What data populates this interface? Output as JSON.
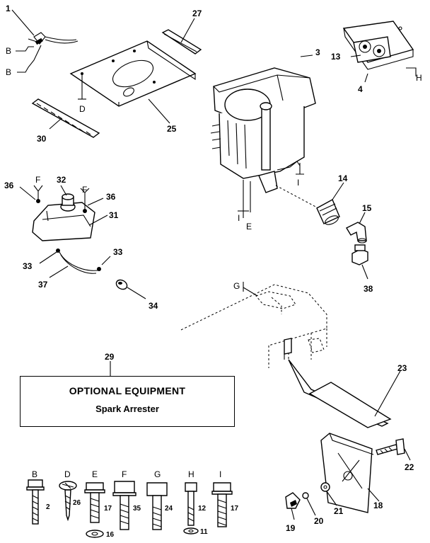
{
  "callouts": {
    "p1": "1",
    "p2": "2",
    "p3": "3",
    "p4": "4",
    "p11": "11",
    "p12": "12",
    "p13": "13",
    "p14": "14",
    "p15": "15",
    "p16": "16",
    "p17a": "17",
    "p17b": "17",
    "p18": "18",
    "p19": "19",
    "p20": "20",
    "p21": "21",
    "p22": "22",
    "p23": "23",
    "p24": "24",
    "p25": "25",
    "p26": "26",
    "p27": "27",
    "p29": "29",
    "p30": "30",
    "p31": "31",
    "p32": "32",
    "p33a": "33",
    "p33b": "33",
    "p34": "34",
    "p35": "35",
    "p36a": "36",
    "p36b": "36",
    "p37": "37",
    "p38": "38"
  },
  "letters": {
    "b1": "B",
    "b2": "B",
    "d": "D",
    "h": "H",
    "i1": "I",
    "i2": "I",
    "e": "E",
    "f1": "F",
    "f2": "F",
    "g": "G"
  },
  "hardware_legend": [
    {
      "letter": "B",
      "part": "2",
      "washer": ""
    },
    {
      "letter": "D",
      "part": "26",
      "washer": ""
    },
    {
      "letter": "E",
      "part": "17",
      "washer": "16"
    },
    {
      "letter": "F",
      "part": "35",
      "washer": ""
    },
    {
      "letter": "G",
      "part": "24",
      "washer": ""
    },
    {
      "letter": "H",
      "part": "12",
      "washer": "11"
    },
    {
      "letter": "I",
      "part": "17",
      "washer": ""
    }
  ],
  "optional_box": {
    "title": "OPTIONAL EQUIPMENT",
    "item": "Spark Arrester"
  }
}
